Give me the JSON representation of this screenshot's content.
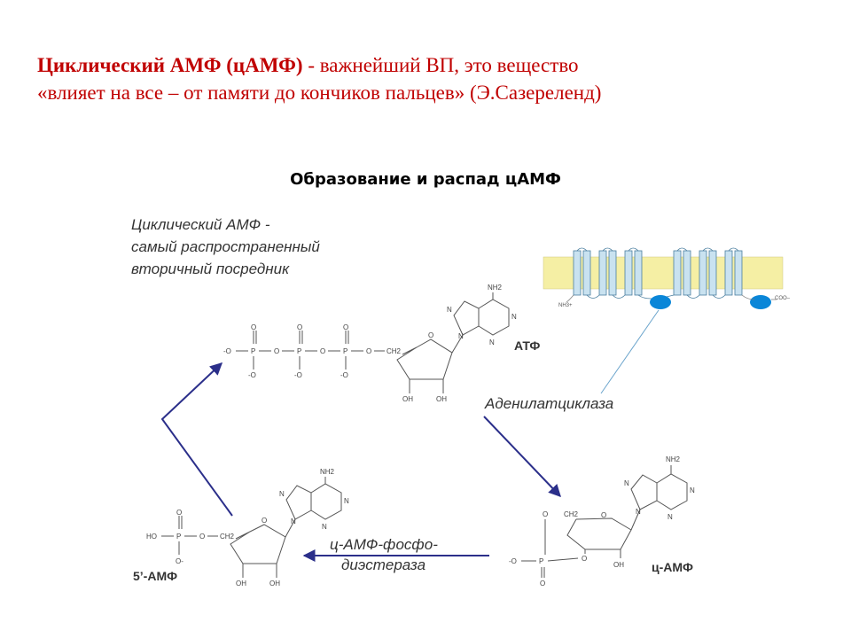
{
  "header": {
    "term": "Циклический АМФ (цАМФ)",
    "line1_rest": " - важнейший  ВП, это вещество",
    "line2": "«влияет на все – от памяти до кончиков пальцев» (Э.Сазереленд)"
  },
  "subtitle": "Образование и распад цАМФ",
  "diagram": {
    "caption": [
      "Циклический АМФ -",
      "самый распространенный",
      "вторичный посредник"
    ],
    "compounds": {
      "atp": "АТФ",
      "camp": "ц-АМФ",
      "amp": "5’-АМФ"
    },
    "enzymes": {
      "adenylate_cyclase": "Аденилатциклаза",
      "pde": [
        "ц-АМФ-фосфо-",
        "диэстераза"
      ]
    },
    "membrane": {
      "nh3": "NH3+",
      "coo": "COO–"
    },
    "atoms": {
      "o": "O",
      "o_minus": "-O",
      "p": "P",
      "ch2": "CH2",
      "oh": "OH",
      "nh2": "NH2",
      "n": "N",
      "ho": "HO",
      "o_minus_right": "O-"
    },
    "colors": {
      "arrow": "#2b2f8a",
      "membrane": "#f5efa4",
      "helix": "#c9e2f0",
      "protein": "#0a86d8",
      "text": "#c00000"
    }
  }
}
